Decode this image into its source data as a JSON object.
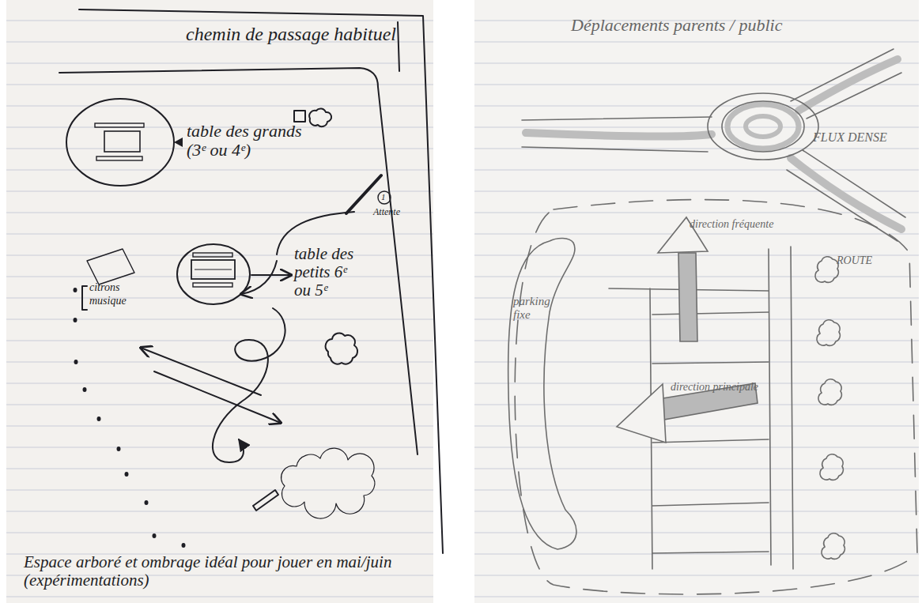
{
  "diagram": {
    "title": "Déplacements parents / public",
    "caption": "Espace arboré et ombrage idéal pour jouer en mai/juin (expérimentations)",
    "nodes": [
      {
        "text": [
          "table des grands (3ᵉ ou 4ᵉ)"
        ]
      },
      {
        "text": [
          "table des petits 6ᵉ ou 5ᵉ"
        ]
      },
      {
        "text": [
          "parking fixe"
        ]
      }
    ],
    "labels": [
      "chemin de passage habituel",
      "1",
      "Attente",
      "citrons",
      "musique",
      "FLUX DENSE",
      "direction fréquente",
      "direction principale",
      "ROUTE"
    ]
  }
}
